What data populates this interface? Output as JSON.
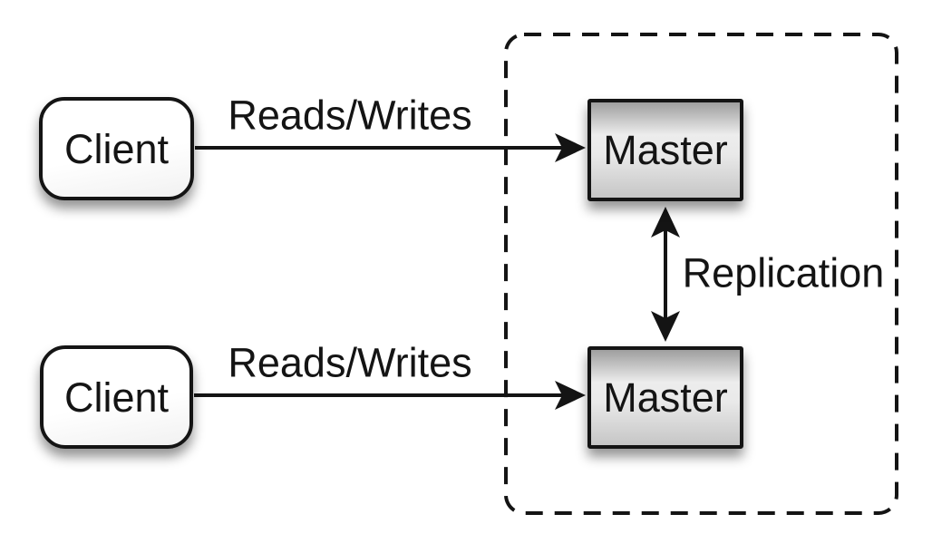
{
  "diagram": {
    "nodes": [
      {
        "id": "client-1",
        "label": "Client",
        "shape": "rounded-rect"
      },
      {
        "id": "client-2",
        "label": "Client",
        "shape": "rounded-rect"
      },
      {
        "id": "master-1",
        "label": "Master",
        "shape": "rect"
      },
      {
        "id": "master-2",
        "label": "Master",
        "shape": "rect"
      }
    ],
    "edges": [
      {
        "id": "reads-writes-top",
        "label": "Reads/Writes",
        "from": "client-1",
        "to": "master-1",
        "direction": "one-way"
      },
      {
        "id": "reads-writes-bottom",
        "label": "Reads/Writes",
        "from": "client-2",
        "to": "master-2",
        "direction": "one-way"
      },
      {
        "id": "replication",
        "label": "Replication",
        "from": "master-1",
        "to": "master-2",
        "direction": "two-way"
      }
    ],
    "cluster": {
      "border_style": "dashed",
      "contains": [
        "master-1",
        "master-2"
      ]
    },
    "colors": {
      "background": "#ffffff",
      "stroke": "#141414",
      "text": "#141414",
      "client_fill": "#ffffff",
      "master_gradient_top": "#9e9e9e",
      "master_gradient_mid": "#ededed",
      "master_gradient_bottom": "#c6c6c6"
    }
  }
}
